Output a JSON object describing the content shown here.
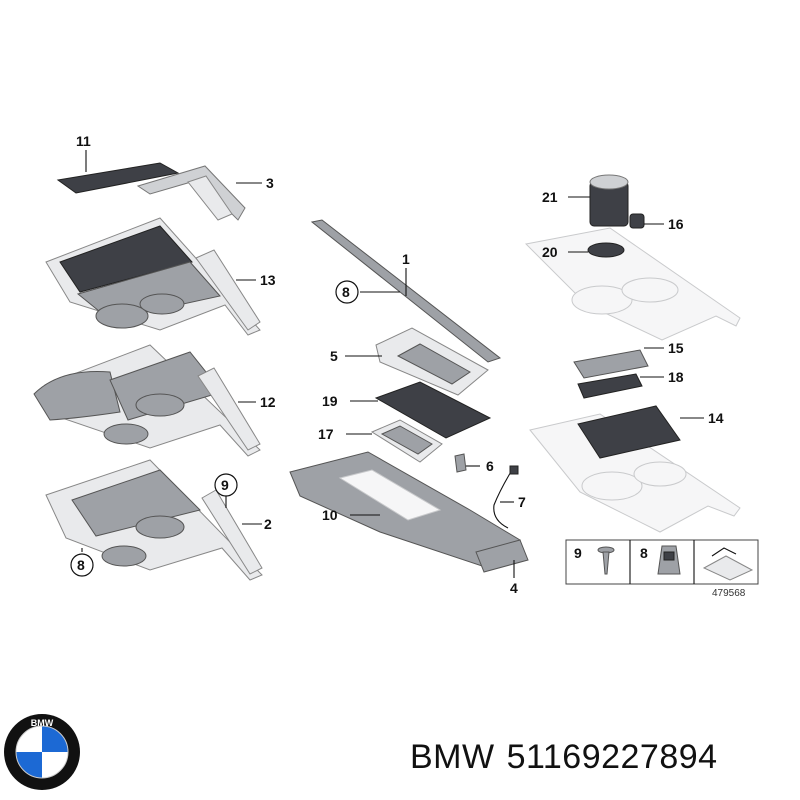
{
  "callouts": {
    "c1": "1",
    "c2": "2",
    "c3": "3",
    "c4": "4",
    "c5": "5",
    "c6": "6",
    "c7": "7",
    "c8a": "8",
    "c8b": "8",
    "c9": "9",
    "c10": "10",
    "c11": "11",
    "c12": "12",
    "c13": "13",
    "c14": "14",
    "c15": "15",
    "c16": "16",
    "c17": "17",
    "c18": "18",
    "c19": "19",
    "c20": "20",
    "c21": "21"
  },
  "legend": {
    "item_a": "9",
    "item_b": "8"
  },
  "diagram_ref": "479568",
  "logo": {
    "text": "BMW",
    "colors": {
      "blue": "#1c69d4",
      "white": "#ffffff",
      "ring": "#111111"
    }
  },
  "footer": {
    "brand": "BMW",
    "part_number": "51169227894"
  }
}
